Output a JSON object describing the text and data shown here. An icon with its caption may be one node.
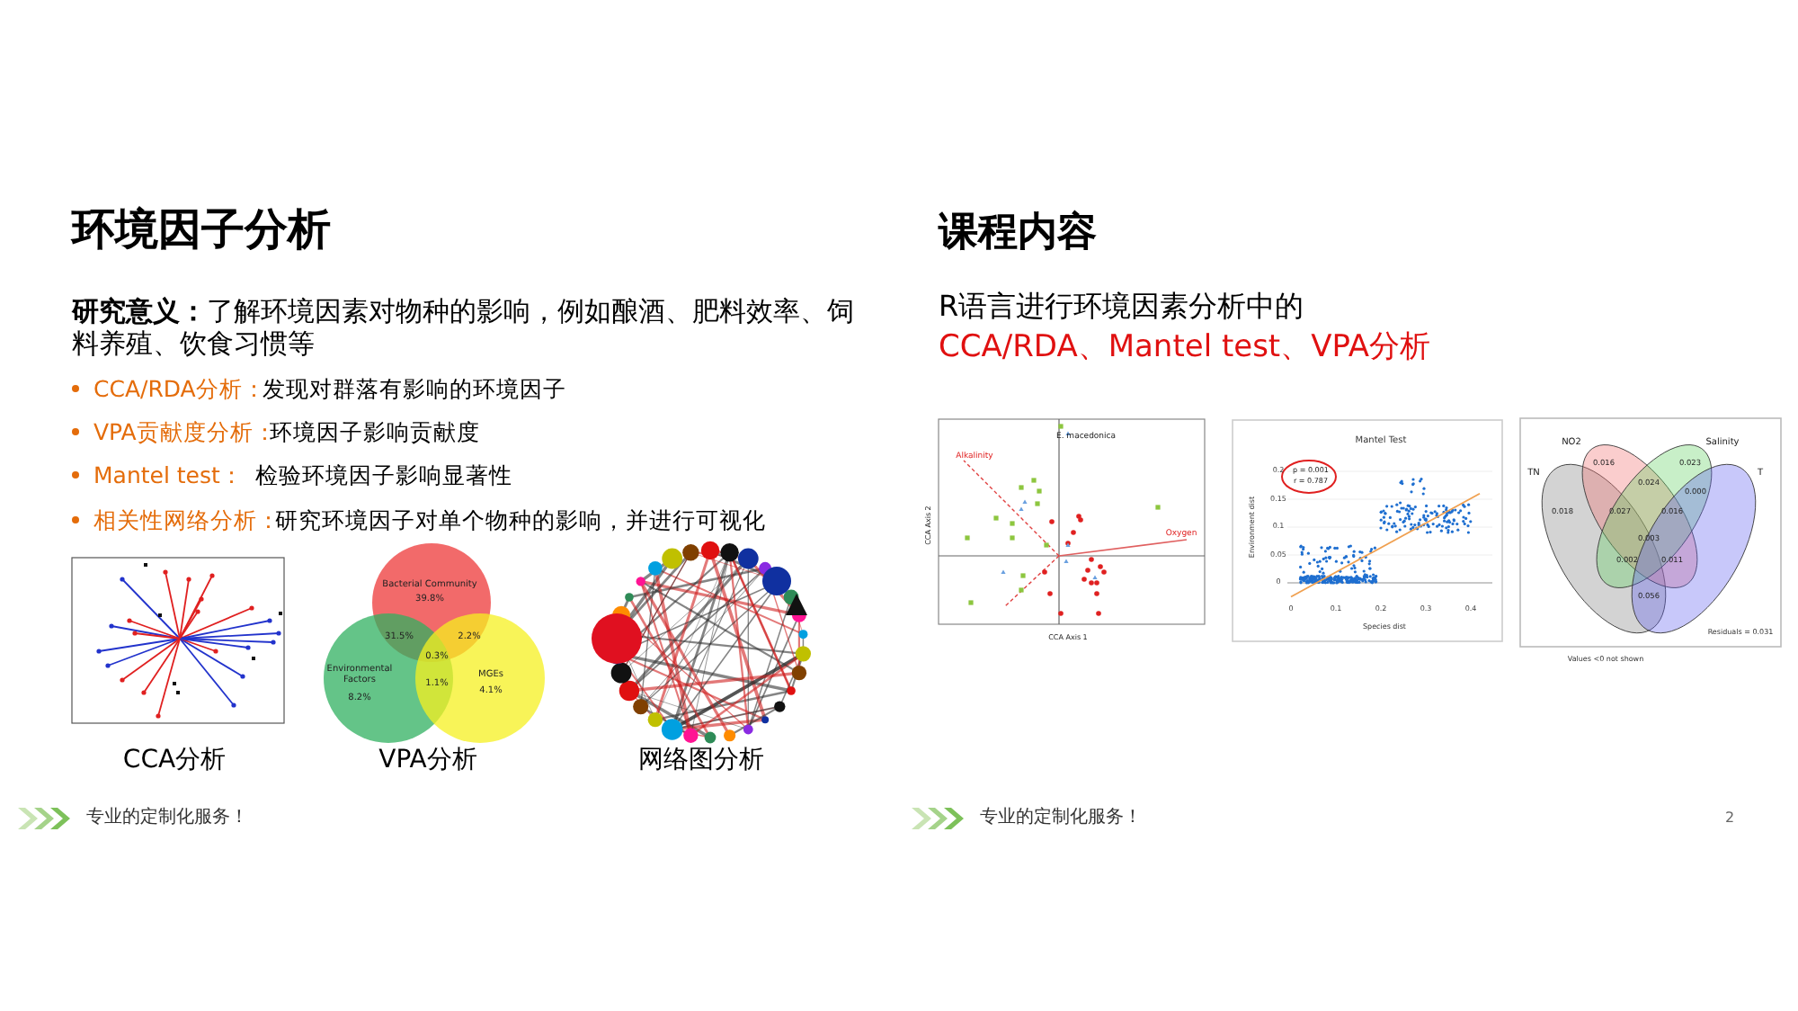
{
  "diagram": {
    "labels": [
      "环境因子分析",
      "**研究意义：**了解环境因素对物种的影响，例如酿酒、肥料效率、饲料养殖、饮食习惯等",
      "CCA/RDA分析：",
      "发现对群落有影响的环境因子",
      "VPA贡献度分析：",
      "环境因子影响贡献度",
      "Mantel test：",
      "检验环境因子影响显著性",
      "相关性网络分析：",
      "研究环境因子对单个物种的影响，并进行可视化",
      "Bacterial Community",
      "39.8%",
      "31.5%",
      "2.2%",
      "0.3%",
      "Environmental Factors",
      "8.2%",
      "1.1%",
      "MGEs",
      "4.1%",
      "CCA分析",
      "VPA分析",
      "网络图分析",
      "专业的定制化服务！",
      "课程内容",
      "R语言进行环境因素分析中的",
      "CCA/RDA、Mantel test、VPA分析",
      "E. macedonica",
      "Alkalinity",
      "Oxygen",
      "CCA Axis 2",
      "CCA Axis 1",
      "Mantel Test",
      "p = 0.001",
      "r = 0.787",
      "Environment dist",
      "Species dist",
      "NO2",
      "Salinity",
      "TN",
      "T",
      "0.016",
      "0.023",
      "0.018",
      "0.000",
      "0.024",
      "0.027",
      "0.016",
      "0.003",
      "0.002",
      "0.011",
      "0.056",
      "Residuals = 0.031",
      "Values <0 not shown",
      "专业的定制化服务！",
      "2",
      "0.2",
      "0.15",
      "0.1",
      "0.05",
      "0",
      "0",
      "0.1",
      "0.2",
      "0.3",
      "0.4"
    ]
  }
}
